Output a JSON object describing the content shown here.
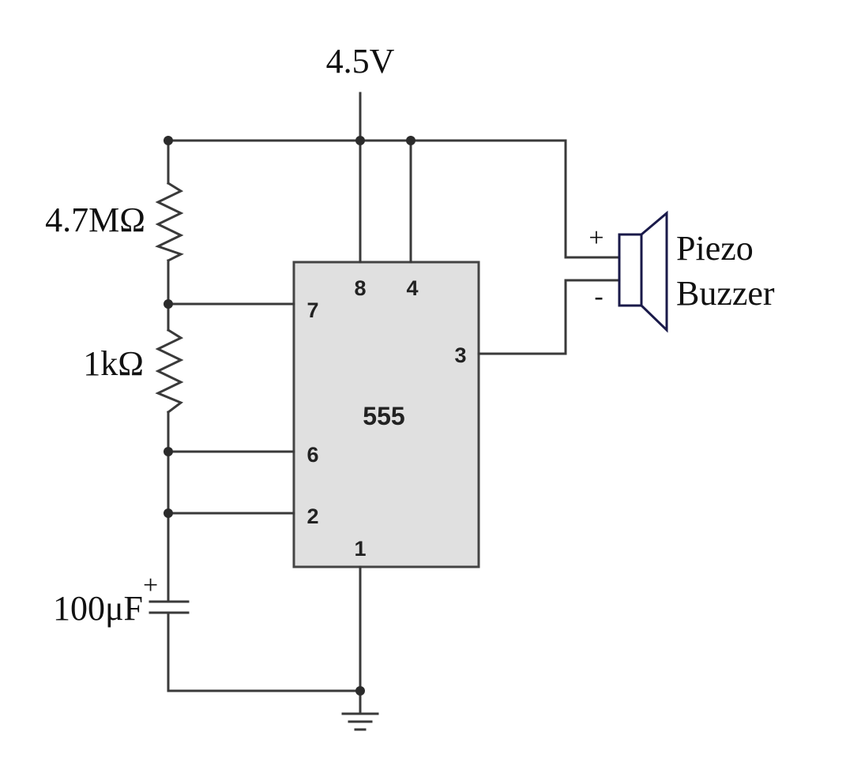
{
  "supply": {
    "label": "4.5V"
  },
  "ic": {
    "name": "555",
    "pins": {
      "p8": "8",
      "p4": "4",
      "p7": "7",
      "p3": "3",
      "p6": "6",
      "p2": "2",
      "p1": "1"
    }
  },
  "resistor_top": {
    "label": "4.7MΩ"
  },
  "resistor_bottom": {
    "label": "1kΩ"
  },
  "capacitor": {
    "label": "100μF",
    "polarity": "+"
  },
  "buzzer": {
    "line1": "Piezo",
    "line2": "Buzzer",
    "plus": "+",
    "minus": "-"
  },
  "colors": {
    "wire": "#3a3a3a",
    "chip_fill": "#e0e0e0",
    "buzzer": "#1a1a4a"
  }
}
